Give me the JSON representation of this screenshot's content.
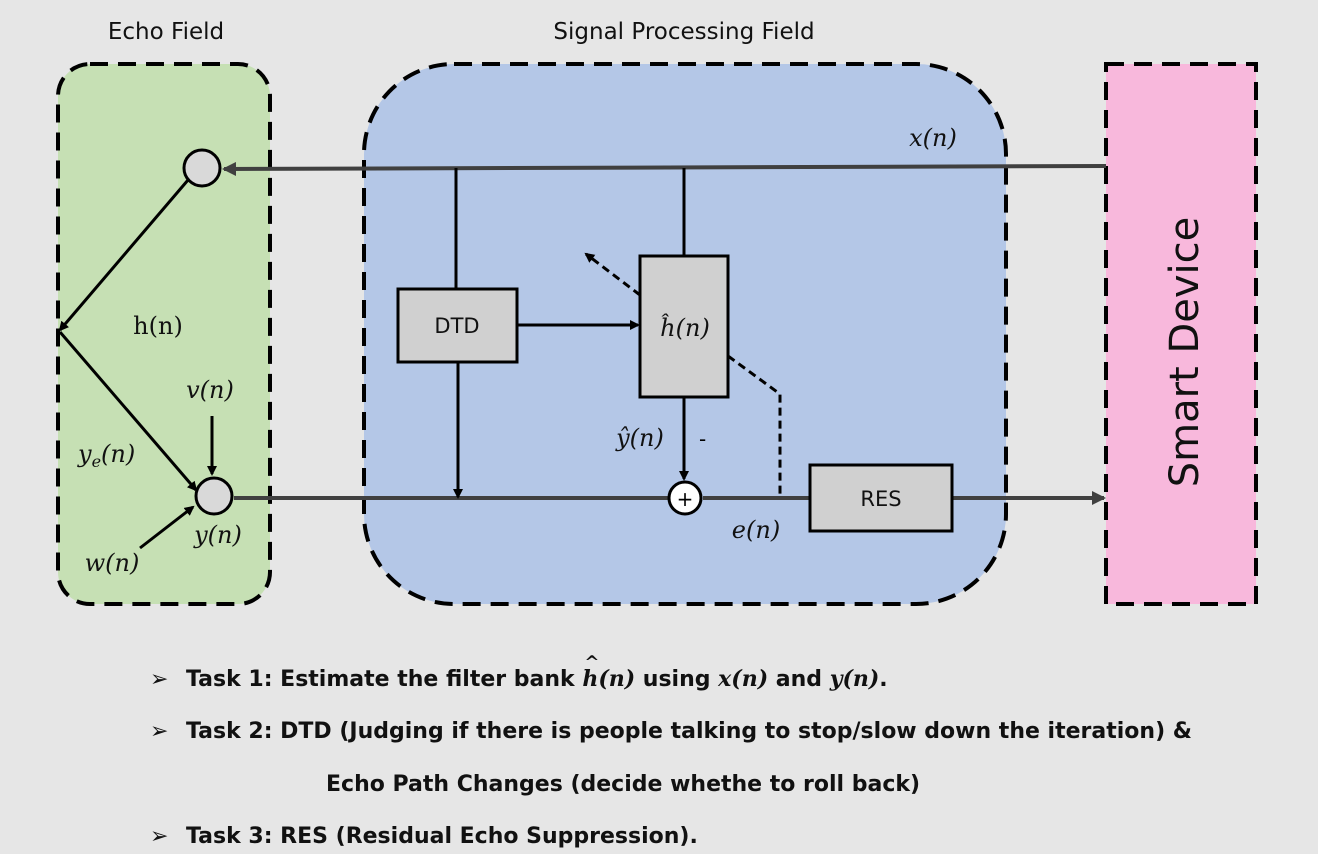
{
  "fields": {
    "echo": "Echo Field",
    "signal": "Signal Processing Field",
    "device": "Smart Device"
  },
  "signals": {
    "x": "x(n)",
    "h": "h(n)",
    "v": "v(n)",
    "ye_base": "y",
    "ye_sub": "e",
    "ye_tail": "(n)",
    "w": "w(n)",
    "y": "y(n)",
    "y_hat": "ŷ(n)",
    "minus": "-",
    "e": "e(n)",
    "h_hat": "ĥ(n)",
    "plus": "+"
  },
  "boxes": {
    "dtd": "DTD",
    "res": "RES"
  },
  "tasks": {
    "marker": "➢",
    "t1": {
      "prefix": "Task 1: Estimate the filter bank ",
      "h_hat": "h",
      "h_arg": "(n)",
      "mid": " using ",
      "x": "x(n)",
      "and": " and ",
      "y": "y(n)",
      "end": "."
    },
    "t2_line1": "Task 2: DTD (Judging if there is people talking to stop/slow down the iteration) &",
    "t2_line2": "Echo Path Changes (decide whethe to roll back)",
    "t3": "Task 3: RES (Residual Echo Suppression)."
  },
  "colors": {
    "echo_bg": "#c6e0b4",
    "signal_bg": "#b4c7e7",
    "device_bg": "#f8b8dc",
    "box_fill": "#d0d0d0",
    "circle_fill": "#d9d9d9",
    "line": "#000000",
    "signal_line": "#404040"
  }
}
